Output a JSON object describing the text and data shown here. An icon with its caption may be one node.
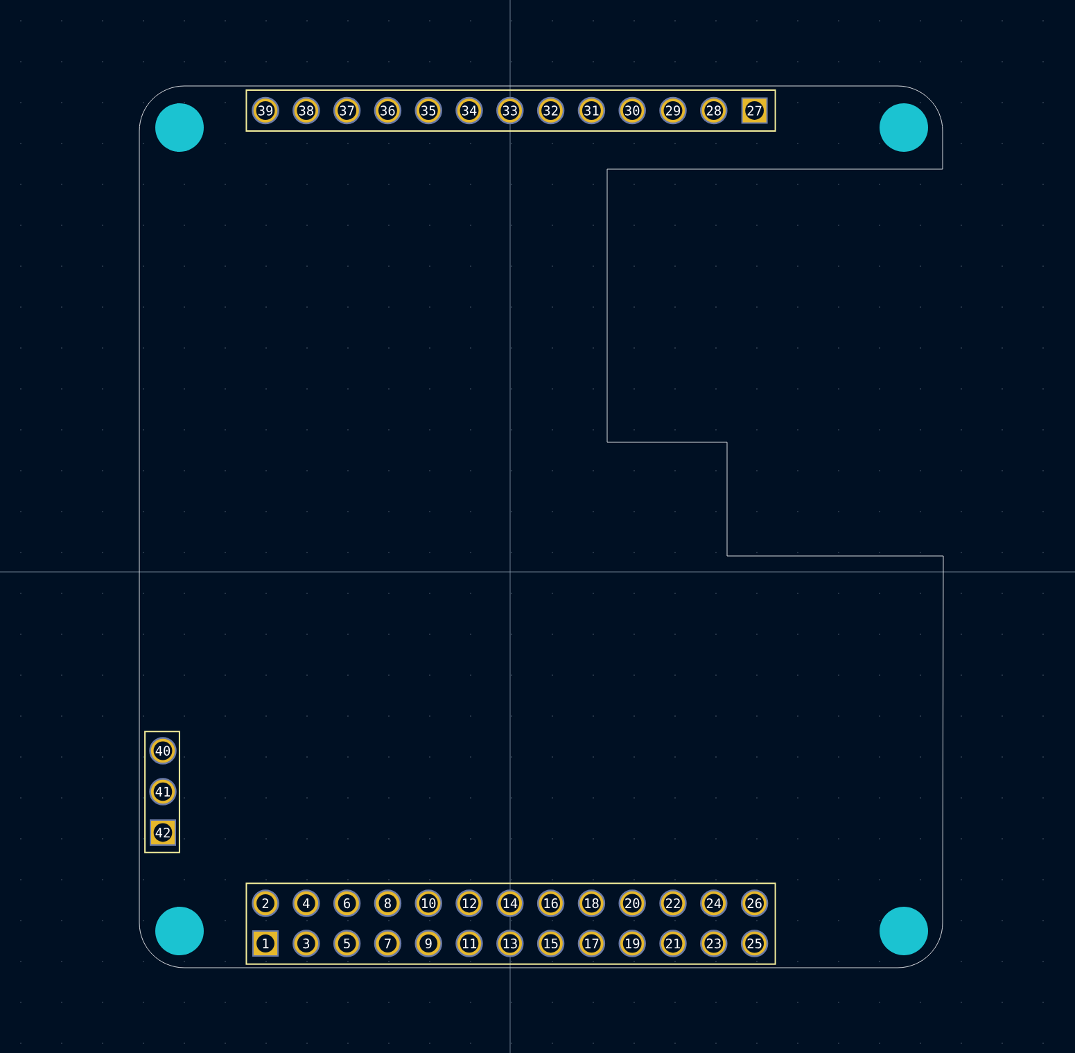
{
  "diagram": {
    "nodes": [
      {
        "text": [],
        "shape": "box"
      },
      {
        "text": [
          "39"
        ],
        "in": 0
      },
      {
        "text": [
          "38"
        ],
        "in": 0
      },
      {
        "text": [
          "37"
        ],
        "in": 0
      },
      {
        "text": [
          "36"
        ],
        "in": 0
      },
      {
        "text": [
          "35"
        ],
        "in": 0
      },
      {
        "text": [
          "34"
        ],
        "in": 0
      },
      {
        "text": [
          "33"
        ],
        "in": 0
      },
      {
        "text": [
          "32"
        ],
        "in": 0
      },
      {
        "text": [
          "31"
        ],
        "in": 0
      },
      {
        "text": [
          "30"
        ],
        "in": 0
      },
      {
        "text": [
          "29"
        ],
        "in": 0
      },
      {
        "text": [
          "28"
        ],
        "in": 0
      },
      {
        "text": [
          "27"
        ],
        "in": 0
      },
      {
        "text": [],
        "shape": "box"
      },
      {
        "text": [
          "40"
        ],
        "in": 14
      },
      {
        "text": [
          "41"
        ],
        "in": 14
      },
      {
        "text": [
          "42"
        ],
        "in": 14
      },
      {
        "text": [],
        "shape": "box"
      },
      {
        "text": [
          "2"
        ],
        "in": 18
      },
      {
        "text": [
          "4"
        ],
        "in": 18
      },
      {
        "text": [
          "6"
        ],
        "in": 18
      },
      {
        "text": [
          "8"
        ],
        "in": 18
      },
      {
        "text": [
          "10"
        ],
        "in": 18
      },
      {
        "text": [
          "12"
        ],
        "in": 18
      },
      {
        "text": [
          "14"
        ],
        "in": 18
      },
      {
        "text": [
          "16"
        ],
        "in": 18
      },
      {
        "text": [
          "18"
        ],
        "in": 18
      },
      {
        "text": [
          "20"
        ],
        "in": 18
      },
      {
        "text": [
          "22"
        ],
        "in": 18
      },
      {
        "text": [
          "24"
        ],
        "in": 18
      },
      {
        "text": [
          "26"
        ],
        "in": 18
      },
      {
        "text": [
          "1"
        ],
        "in": 18
      },
      {
        "text": [
          "3"
        ],
        "in": 18
      },
      {
        "text": [
          "5"
        ],
        "in": 18
      },
      {
        "text": [
          "7"
        ],
        "in": 18
      },
      {
        "text": [
          "9"
        ],
        "in": 18
      },
      {
        "text": [
          "11"
        ],
        "in": 18
      },
      {
        "text": [
          "13"
        ],
        "in": 18
      },
      {
        "text": [
          "15"
        ],
        "in": 18
      },
      {
        "text": [
          "17"
        ],
        "in": 18
      },
      {
        "text": [
          "19"
        ],
        "in": 18
      },
      {
        "text": [
          "21"
        ],
        "in": 18
      },
      {
        "text": [
          "23"
        ],
        "in": 18
      },
      {
        "text": [
          "25"
        ],
        "in": 18
      }
    ]
  }
}
